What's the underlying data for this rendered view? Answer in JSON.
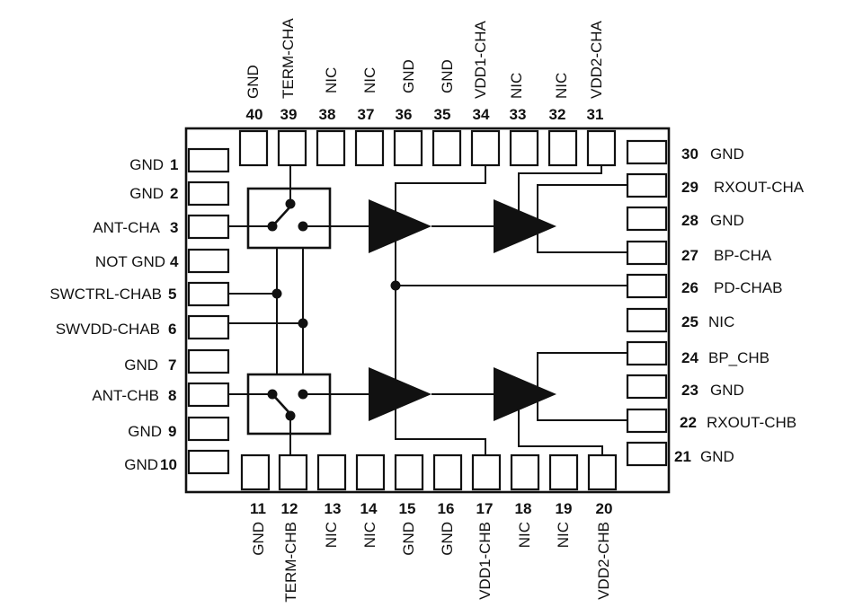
{
  "diagram": {
    "left_pins": [
      {
        "num": "1",
        "name": "GND"
      },
      {
        "num": "2",
        "name": "GND"
      },
      {
        "num": "3",
        "name": "ANT-CHA"
      },
      {
        "num": "4",
        "name": "NOT GND"
      },
      {
        "num": "5",
        "name": "SWCTRL-CHAB"
      },
      {
        "num": "6",
        "name": "SWVDD-CHAB"
      },
      {
        "num": "7",
        "name": "GND"
      },
      {
        "num": "8",
        "name": "ANT-CHB"
      },
      {
        "num": "9",
        "name": "GND"
      },
      {
        "num": "10",
        "name": "GND"
      }
    ],
    "right_pins": [
      {
        "num": "30",
        "name": "GND"
      },
      {
        "num": "29",
        "name": "RXOUT-CHA"
      },
      {
        "num": "28",
        "name": "GND"
      },
      {
        "num": "27",
        "name": "BP-CHA"
      },
      {
        "num": "26",
        "name": "PD-CHAB"
      },
      {
        "num": "25",
        "name": "NIC"
      },
      {
        "num": "24",
        "name": "BP_CHB"
      },
      {
        "num": "23",
        "name": "GND"
      },
      {
        "num": "22",
        "name": "RXOUT-CHB"
      },
      {
        "num": "21",
        "name": "GND"
      }
    ],
    "top_pins": [
      {
        "num": "40",
        "name": "GND"
      },
      {
        "num": "39",
        "name": "TERM-CHA"
      },
      {
        "num": "38",
        "name": "NIC"
      },
      {
        "num": "37",
        "name": "NIC"
      },
      {
        "num": "36",
        "name": "GND"
      },
      {
        "num": "35",
        "name": "GND"
      },
      {
        "num": "34",
        "name": "VDD1-CHA"
      },
      {
        "num": "33",
        "name": "NIC"
      },
      {
        "num": "32",
        "name": "NIC"
      },
      {
        "num": "31",
        "name": "VDD2-CHA"
      }
    ],
    "bottom_pins": [
      {
        "num": "11",
        "name": "GND"
      },
      {
        "num": "12",
        "name": "TERM-CHB"
      },
      {
        "num": "13",
        "name": "NIC"
      },
      {
        "num": "14",
        "name": "NIC"
      },
      {
        "num": "15",
        "name": "GND"
      },
      {
        "num": "16",
        "name": "GND"
      },
      {
        "num": "17",
        "name": "VDD1-CHB"
      },
      {
        "num": "18",
        "name": "NIC"
      },
      {
        "num": "19",
        "name": "NIC"
      },
      {
        "num": "20",
        "name": "VDD2-CHB"
      }
    ]
  }
}
